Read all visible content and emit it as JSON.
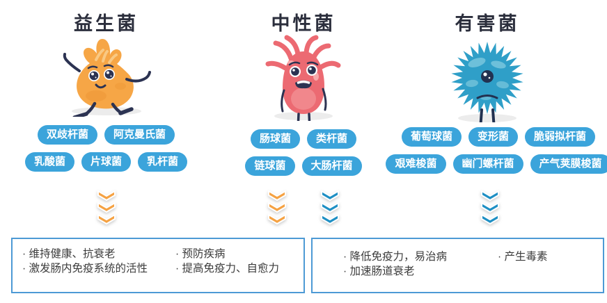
{
  "diagram": {
    "topic": "gut-bacteria-types",
    "colors": {
      "pill_blue": "#3BA4DB",
      "chevron_orange": "#F5A243",
      "chevron_blue": "#1E8FC4",
      "title_dark": "#2b2e3c",
      "box_border": "#4D9AD5",
      "mascot_orange": "#F6A646",
      "mascot_red": "#EC6A72",
      "mascot_blue": "#2F9FC8"
    }
  },
  "columns": [
    {
      "title": "益生菌",
      "mascot": "orange-walking-bacteria",
      "pill_rows": [
        [
          "双歧杆菌",
          "阿克曼氏菌"
        ],
        [
          "乳酸菌",
          "片球菌",
          "乳杆菌"
        ]
      ],
      "chevron_colors": [
        "orange"
      ]
    },
    {
      "title": "中性菌",
      "mascot": "red-worried-bacteria",
      "pill_rows": [
        [
          "肠球菌",
          "类杆菌"
        ],
        [
          "链球菌",
          "大肠杆菌"
        ]
      ],
      "chevron_colors": [
        "orange",
        "blue"
      ]
    },
    {
      "title": "有害菌",
      "mascot": "blue-spiky-bacteria",
      "pill_rows": [
        [
          "葡萄球菌",
          "变形菌",
          "脆弱拟杆菌"
        ],
        [
          "艰难梭菌",
          "幽门螺杆菌",
          "产气荚膜梭菌"
        ]
      ],
      "chevron_colors": [
        "blue"
      ]
    }
  ],
  "boxes": [
    {
      "id": "benefits",
      "columns": [
        {
          "items": [
            "· 维持健康、抗衰老",
            "· 激发肠内免疫系统的活性"
          ]
        },
        {
          "items": [
            "· 预防疾病",
            "· 提高免疫力、自愈力"
          ]
        }
      ]
    },
    {
      "id": "harms",
      "columns": [
        {
          "items": [
            "· 降低免疫力，易治病",
            "· 加速肠道衰老"
          ]
        },
        {
          "items": [
            "· 产生毒素"
          ]
        }
      ]
    }
  ]
}
